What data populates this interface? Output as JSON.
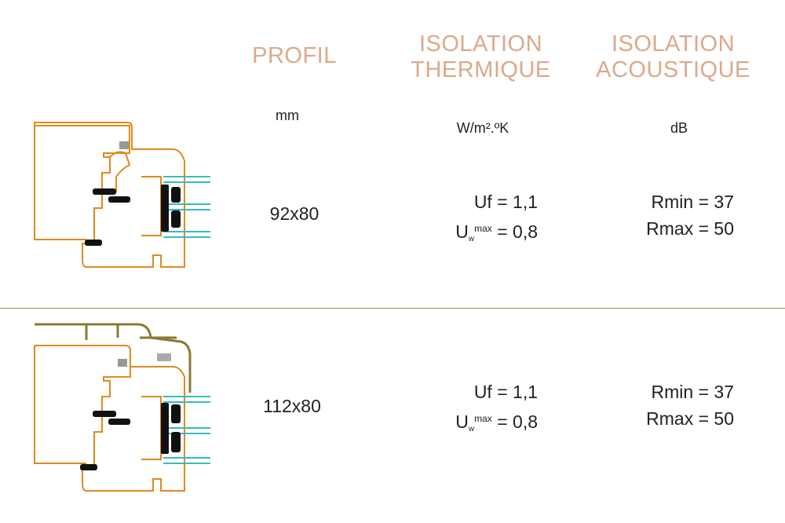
{
  "headers": {
    "profil": "PROFIL",
    "thermique_line1": "ISOLATION",
    "thermique_line2": "THERMIQUE",
    "acoustique_line1": "ISOLATION",
    "acoustique_line2": "ACOUSTIQUE"
  },
  "units": {
    "profil": "mm",
    "thermique": "W/m².ºK",
    "acoustique": "dB"
  },
  "rows": [
    {
      "profil": "92x80",
      "uf": "Uf = 1,1",
      "uw_prefix": "U",
      "uw_sub": "w",
      "uw_sup": "max",
      "uw_value": " = 0,8",
      "rmin": "Rmin = 37",
      "rmax": "Rmax = 50"
    },
    {
      "profil": "112x80",
      "uf": "Uf = 1,1",
      "uw_prefix": "U",
      "uw_sub": "w",
      "uw_sup": "max",
      "uw_value": " = 0,8",
      "rmin": "Rmin = 37",
      "rmax": "Rmax = 50"
    }
  ],
  "colors": {
    "header": "#dba98a",
    "wood_outline": "#e08a1e",
    "glass": "#3bb8c4",
    "gasket": "#111111",
    "alu_cap": "#8a7a35",
    "divider": "#9a8a5a"
  }
}
